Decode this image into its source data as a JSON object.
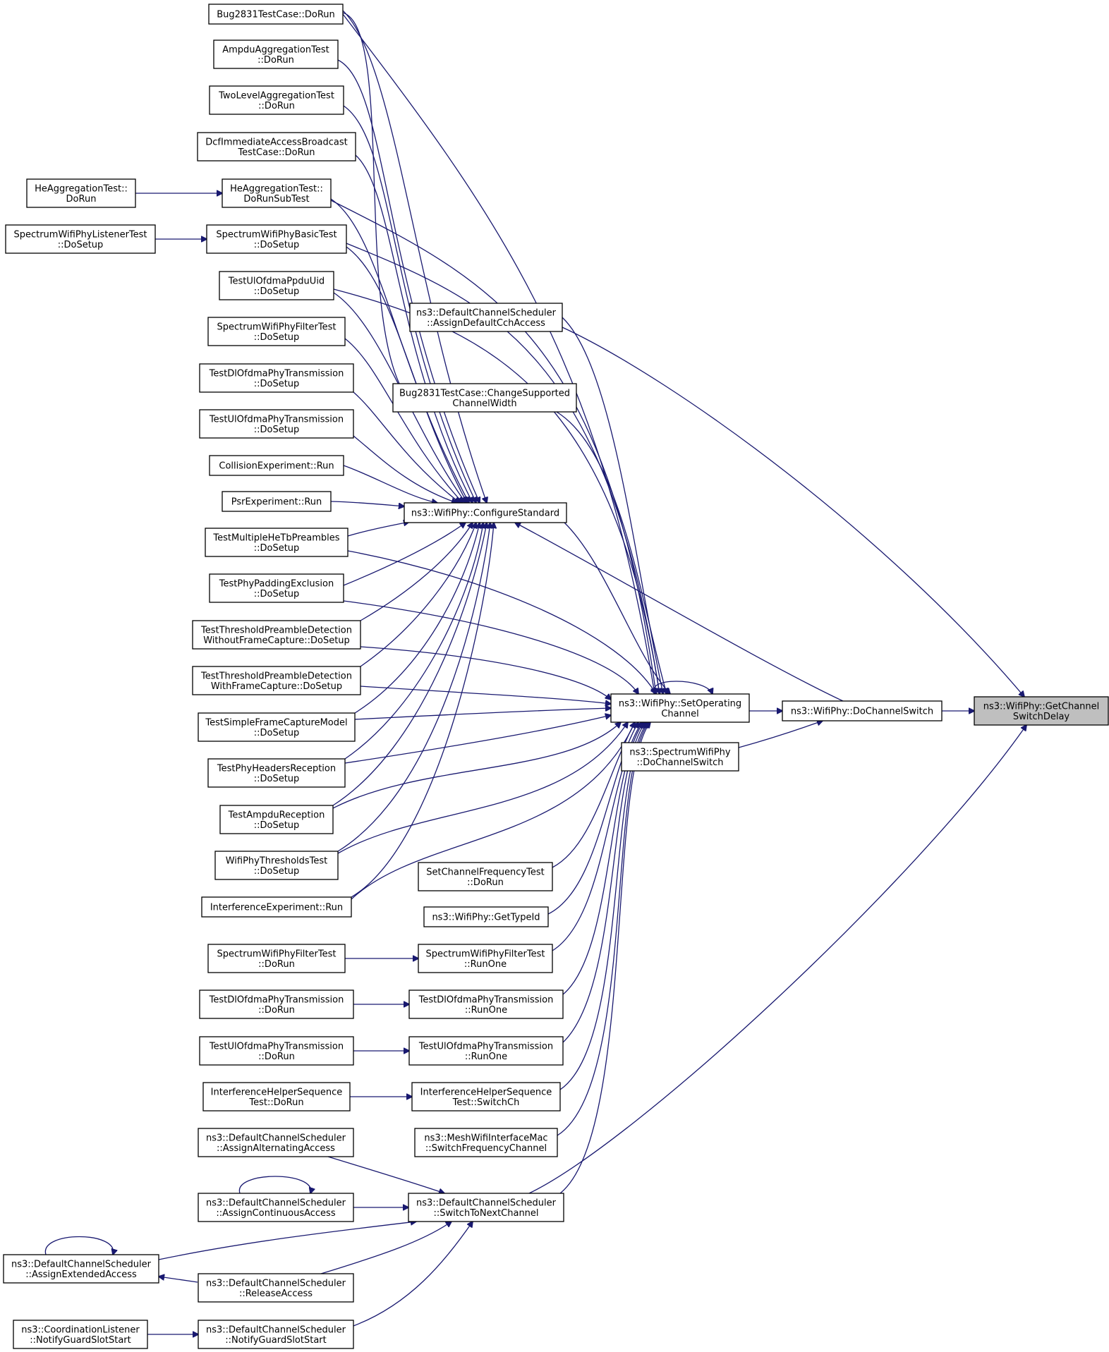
{
  "colors": {
    "edge": "#191970",
    "node_fill": "#ffffff",
    "highlight_fill": "#bfbfbf",
    "border": "#000000"
  },
  "nodes": [
    {
      "id": "getchannelswitchdelay",
      "lines": [
        "ns3::WifiPhy::GetChannel",
        "SwitchDelay"
      ],
      "highlight": true
    },
    {
      "id": "dochannelswitch",
      "lines": [
        "ns3::WifiPhy::DoChannelSwitch"
      ]
    },
    {
      "id": "assigndefaultcchaccess",
      "lines": [
        "ns3::DefaultChannelScheduler",
        "::AssignDefaultCchAccess"
      ]
    },
    {
      "id": "switchtonextchannel",
      "lines": [
        "ns3::DefaultChannelScheduler",
        "::SwitchToNextChannel"
      ]
    },
    {
      "id": "setoperatingchannel",
      "lines": [
        "ns3::WifiPhy::SetOperating",
        "Channel"
      ]
    },
    {
      "id": "spectrumdochannelswitch",
      "lines": [
        "ns3::SpectrumWifiPhy",
        "::DoChannelSwitch"
      ]
    },
    {
      "id": "configurestandard",
      "lines": [
        "ns3::WifiPhy::ConfigureStandard"
      ]
    },
    {
      "id": "changesupportedchannelwidth",
      "lines": [
        "Bug2831TestCase::ChangeSupported",
        "ChannelWidth"
      ]
    },
    {
      "id": "bug2831dorun",
      "lines": [
        "Bug2831TestCase::DoRun"
      ]
    },
    {
      "id": "ampdudorun",
      "lines": [
        "AmpduAggregationTest",
        "::DoRun"
      ]
    },
    {
      "id": "twoleveldorun",
      "lines": [
        "TwoLevelAggregationTest",
        "::DoRun"
      ]
    },
    {
      "id": "dcfdorun",
      "lines": [
        "DcfImmediateAccessBroadcast",
        "TestCase::DoRun"
      ]
    },
    {
      "id": "hedorunsubtest",
      "lines": [
        "HeAggregationTest::",
        "DoRunSubTest"
      ]
    },
    {
      "id": "hedorun",
      "lines": [
        "HeAggregationTest::",
        "DoRun"
      ]
    },
    {
      "id": "spectrumbasicdosetup",
      "lines": [
        "SpectrumWifiPhyBasicTest",
        "::DoSetup"
      ]
    },
    {
      "id": "spectrumlistenerdosetup",
      "lines": [
        "SpectrumWifiPhyListenerTest",
        "::DoSetup"
      ]
    },
    {
      "id": "ulppduuiddosetup",
      "lines": [
        "TestUlOfdmaPpduUid",
        "::DoSetup"
      ]
    },
    {
      "id": "filterdosetup",
      "lines": [
        "SpectrumWifiPhyFilterTest",
        "::DoSetup"
      ]
    },
    {
      "id": "dltransdosetup",
      "lines": [
        "TestDlOfdmaPhyTransmission",
        "::DoSetup"
      ]
    },
    {
      "id": "ultransdosetup",
      "lines": [
        "TestUlOfdmaPhyTransmission",
        "::DoSetup"
      ]
    },
    {
      "id": "collisionrun",
      "lines": [
        "CollisionExperiment::Run"
      ]
    },
    {
      "id": "psrrun",
      "lines": [
        "PsrExperiment::Run"
      ]
    },
    {
      "id": "multiplehetbdosetup",
      "lines": [
        "TestMultipleHeTbPreambles",
        "::DoSetup"
      ]
    },
    {
      "id": "paddingdosetup",
      "lines": [
        "TestPhyPaddingExclusion",
        "::DoSetup"
      ]
    },
    {
      "id": "thresholdwithoutdosetup",
      "lines": [
        "TestThresholdPreambleDetection",
        "WithoutFrameCapture::DoSetup"
      ]
    },
    {
      "id": "thresholdwithdosetup",
      "lines": [
        "TestThresholdPreambleDetection",
        "WithFrameCapture::DoSetup"
      ]
    },
    {
      "id": "simplecapturedosetup",
      "lines": [
        "TestSimpleFrameCaptureModel",
        "::DoSetup"
      ]
    },
    {
      "id": "headersdosetup",
      "lines": [
        "TestPhyHeadersReception",
        "::DoSetup"
      ]
    },
    {
      "id": "ampdureceptiondosetup",
      "lines": [
        "TestAmpduReception",
        "::DoSetup"
      ]
    },
    {
      "id": "thresholdstestdosetup",
      "lines": [
        "WifiPhyThresholdsTest",
        "::DoSetup"
      ]
    },
    {
      "id": "interferencerun",
      "lines": [
        "InterferenceExperiment::Run"
      ]
    },
    {
      "id": "setchannelfreqdorun",
      "lines": [
        "SetChannelFrequencyTest",
        "::DoRun"
      ]
    },
    {
      "id": "gettypeid",
      "lines": [
        "ns3::WifiPhy::GetTypeId"
      ]
    },
    {
      "id": "filterrunone",
      "lines": [
        "SpectrumWifiPhyFilterTest",
        "::RunOne"
      ]
    },
    {
      "id": "filterdorun",
      "lines": [
        "SpectrumWifiPhyFilterTest",
        "::DoRun"
      ]
    },
    {
      "id": "dltransrunone",
      "lines": [
        "TestDlOfdmaPhyTransmission",
        "::RunOne"
      ]
    },
    {
      "id": "dltransdorun",
      "lines": [
        "TestDlOfdmaPhyTransmission",
        "::DoRun"
      ]
    },
    {
      "id": "ultransrunone",
      "lines": [
        "TestUlOfdmaPhyTransmission",
        "::RunOne"
      ]
    },
    {
      "id": "ultransdorun",
      "lines": [
        "TestUlOfdmaPhyTransmission",
        "::DoRun"
      ]
    },
    {
      "id": "interferenceswitchch",
      "lines": [
        "InterferenceHelperSequence",
        "Test::SwitchCh"
      ]
    },
    {
      "id": "interferencedorun",
      "lines": [
        "InterferenceHelperSequence",
        "Test::DoRun"
      ]
    },
    {
      "id": "meshswitchfreq",
      "lines": [
        "ns3::MeshWifiInterfaceMac",
        "::SwitchFrequencyChannel"
      ]
    },
    {
      "id": "assignalternating",
      "lines": [
        "ns3::DefaultChannelScheduler",
        "::AssignAlternatingAccess"
      ]
    },
    {
      "id": "assigncontinuous",
      "lines": [
        "ns3::DefaultChannelScheduler",
        "::AssignContinuousAccess"
      ]
    },
    {
      "id": "assignextended",
      "lines": [
        "ns3::DefaultChannelScheduler",
        "::AssignExtendedAccess"
      ]
    },
    {
      "id": "releaseaccess",
      "lines": [
        "ns3::DefaultChannelScheduler",
        "::ReleaseAccess"
      ]
    },
    {
      "id": "schedulernotifyguard",
      "lines": [
        "ns3::DefaultChannelScheduler",
        "::NotifyGuardSlotStart"
      ]
    },
    {
      "id": "listenernotifyguard",
      "lines": [
        "ns3::CoordinationListener",
        "::NotifyGuardSlotStart"
      ]
    }
  ]
}
